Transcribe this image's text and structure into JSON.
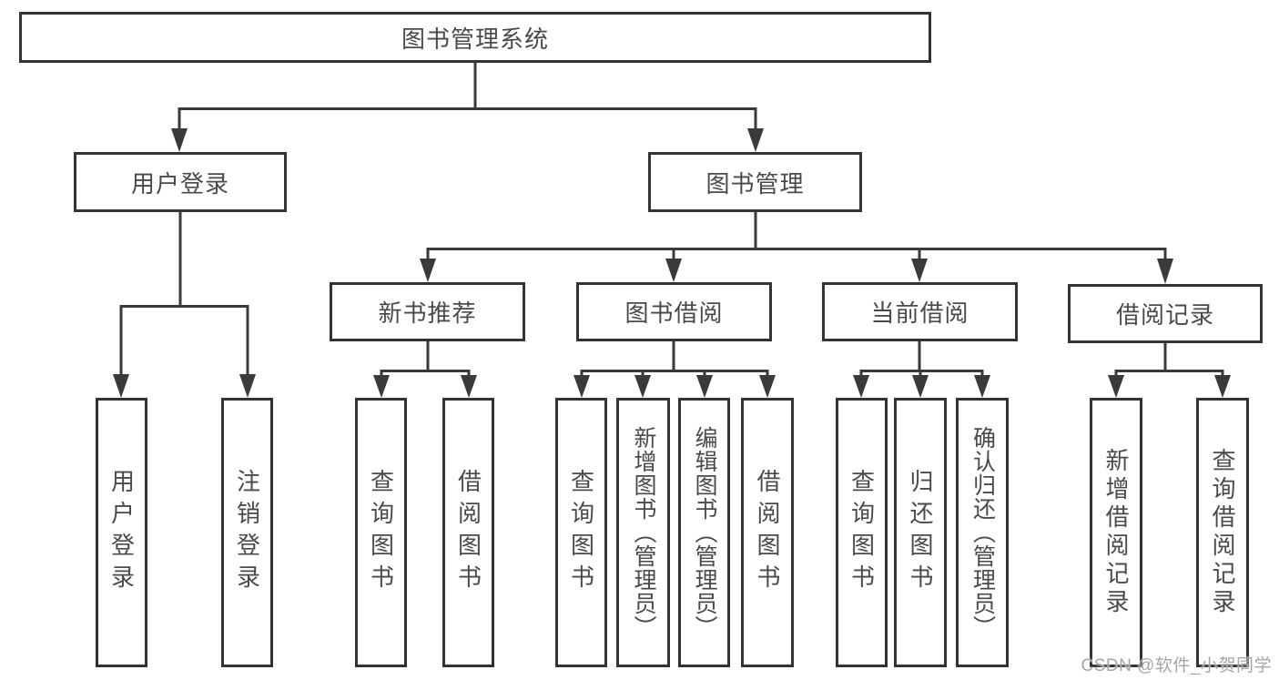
{
  "nodes": {
    "root": "图书管理系统",
    "level2": [
      "用户登录",
      "图书管理"
    ],
    "level3": [
      "新书推荐",
      "图书借阅",
      "当前借阅",
      "借阅记录"
    ],
    "login_leaves": [
      "用户登录",
      "注销登录"
    ],
    "recommend_leaves": [
      "查询图书",
      "借阅图书"
    ],
    "borrow_leaves": [
      "查询图书",
      "新增图书（管理员）",
      "编辑图书（管理员）",
      "借阅图书"
    ],
    "current_leaves": [
      "查询图书",
      "归还图书",
      "确认归还（管理员）"
    ],
    "record_leaves": [
      "新增借阅记录",
      "查询借阅记录"
    ]
  },
  "watermark": {
    "text": "CSDN @软件_小贺同学"
  },
  "colors": {
    "line": "#3a3a3a",
    "box_border": "#333333",
    "text": "#4a4a4a",
    "background": "#ffffff",
    "watermark": "#a6a6a6"
  }
}
